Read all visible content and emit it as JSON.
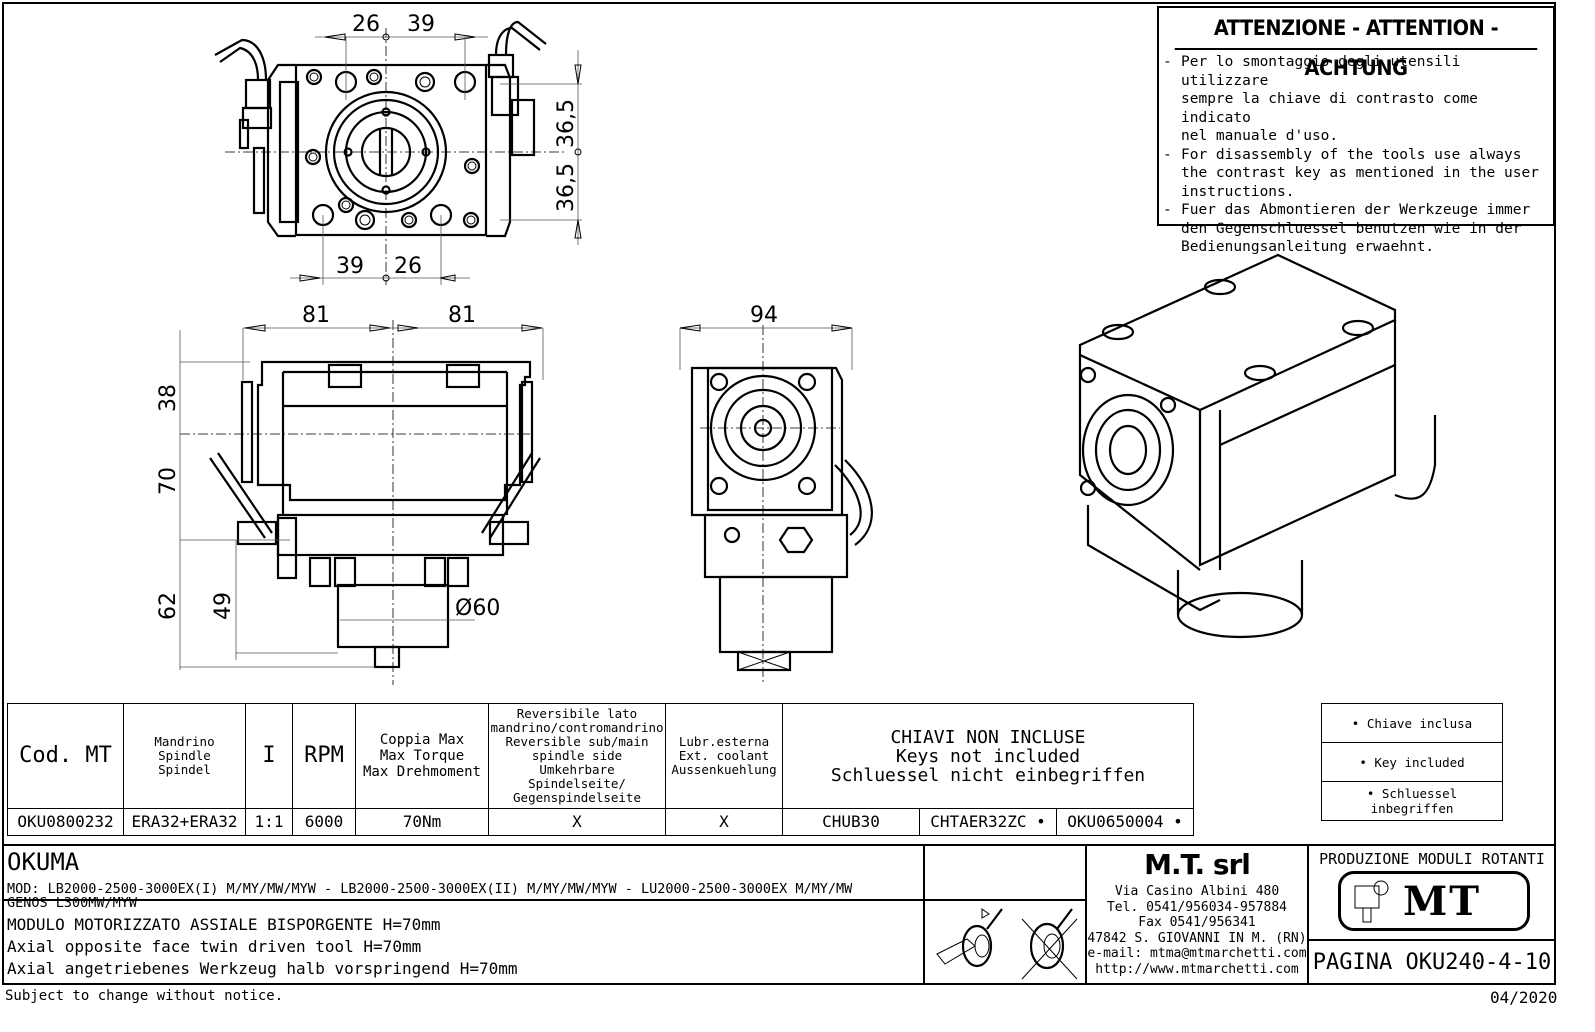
{
  "warning": {
    "title": "ATTENZIONE - ATTENTION - ACHTUNG",
    "items": [
      {
        "dash": "-",
        "lines": [
          "Per lo smontaggio degli utensili utilizzare",
          "sempre la chiave di contrasto come indicato",
          "nel manuale d'uso."
        ]
      },
      {
        "dash": "-",
        "lines": [
          "For disassembly of the tools use always",
          "the contrast key as mentioned in the user",
          "instructions."
        ]
      },
      {
        "dash": "-",
        "lines": [
          "Fuer das Abmontieren der Werkzeuge immer",
          "den Gegenschluessel benutzen wie in der",
          "Bedienungsanleitung erwaehnt."
        ]
      }
    ]
  },
  "drawing": {
    "top_view": {
      "dims": [
        "26",
        "39",
        "39",
        "26",
        "36,5",
        "36,5"
      ]
    },
    "front_view": {
      "dims": [
        "81",
        "81",
        "38",
        "70",
        "62",
        "49",
        "Ø60"
      ]
    },
    "side_view": {
      "dims": [
        "94"
      ]
    },
    "iso_view": {
      "label": "isometric-view"
    }
  },
  "spec_table": {
    "headers": {
      "code": "Cod. MT",
      "spindle": [
        "Mandrino",
        "Spindle",
        "Spindel"
      ],
      "ratio": "I",
      "rpm": "RPM",
      "torque": [
        "Coppia Max",
        "Max Torque",
        "Max Drehmoment"
      ],
      "reversible": [
        "Reversibile lato",
        "mandrino/contromandrino",
        "Reversible sub/main",
        "spindle side",
        "Umkehrbare Spindelseite/",
        "Gegenspindelseite"
      ],
      "coolant": [
        "Lubr.esterna",
        "Ext. coolant",
        "Aussenkuehlung"
      ],
      "keys": [
        "CHIAVI NON INCLUSE",
        "Keys not included",
        "Schluessel nicht einbegriffen"
      ]
    },
    "row": {
      "code": "OKU0800232",
      "spindle": "ERA32+ERA32",
      "ratio": "1:1",
      "rpm": "6000",
      "torque": "70Nm",
      "reversible": "X",
      "coolant": "X",
      "key1": "CHUB30",
      "key2": "CHTAER32ZC •",
      "key3": "OKU0650004 •"
    }
  },
  "key_legend": [
    "• Chiave inclusa",
    "• Key included",
    "• Schluessel inbegriffen"
  ],
  "title_block": {
    "brand": "OKUMA",
    "models": [
      "MOD: LB2000-2500-3000EX(I) M/MY/MW/MYW  - LB2000-2500-3000EX(II) M/MY/MW/MYW  - LU2000-2500-3000EX M/MY/MW",
      "GENOS L300MW/MYW"
    ],
    "description": [
      "MODULO MOTORIZZATO ASSIALE BISPORGENTE H=70mm",
      "Axial opposite face twin driven tool H=70mm",
      "Axial angetriebenes Werkzeug halb vorspringend H=70mm"
    ],
    "company": "M.T. srl",
    "address": [
      "Via Casino Albini 480",
      "Tel. 0541/956034-957884",
      "Fax 0541/956341",
      "47842 S. GIOVANNI IN M. (RN)",
      "e-mail: mtma@mtmarchetti.com",
      "http://www.mtmarchetti.com"
    ],
    "production": "PRODUZIONE MODULI ROTANTI",
    "logo": "MT",
    "page": "PAGINA OKU240-4-10"
  },
  "footer": {
    "notice": "Subject to change without notice.",
    "date": "04/2020"
  }
}
